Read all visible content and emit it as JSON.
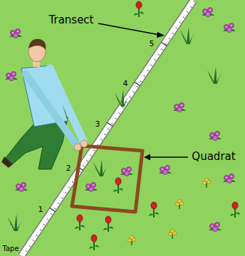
{
  "diagram": {
    "labels": [
      "Transect",
      "5",
      "4",
      "3",
      "Quadrat",
      "2",
      "1",
      "Tape"
    ]
  }
}
